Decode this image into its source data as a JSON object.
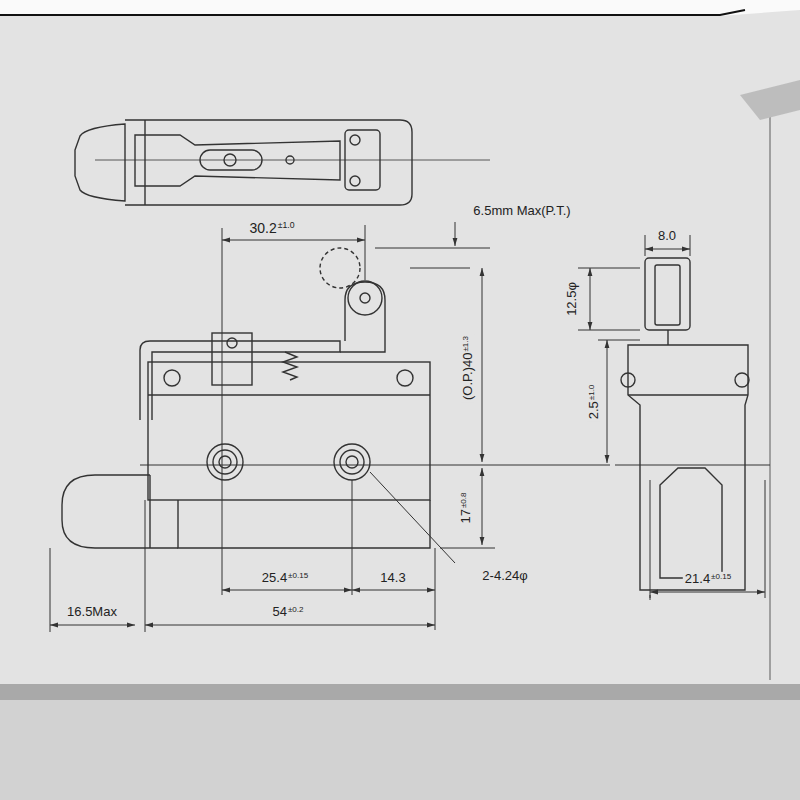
{
  "diagram": {
    "labels": [
      "30.2",
      "±1.0",
      "6.5mm Max(P.T.)",
      "8.0",
      "12.5φ",
      "(O.P.)40",
      "±1.3",
      "2.5",
      "±1.0",
      "17",
      "±0.8",
      "25.4",
      "±0.15",
      "14.3",
      "2-4.24φ",
      "16.5Max",
      "54",
      "±0.2",
      "21.4",
      "±0.15"
    ]
  }
}
